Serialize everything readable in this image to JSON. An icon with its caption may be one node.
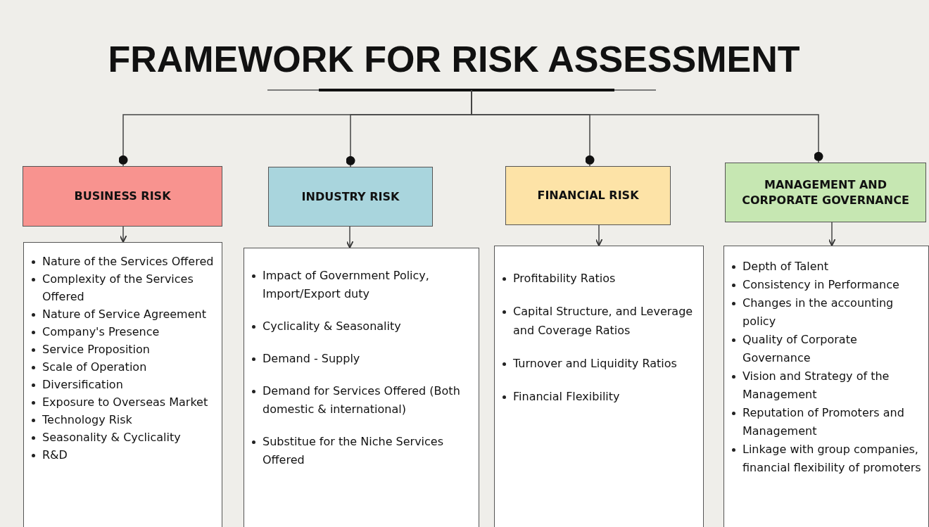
{
  "diagram": {
    "nodes": [
      {
        "text": [
          "FRAMEWORK FOR RISK ASSESSMENT"
        ]
      },
      {
        "text": [
          "BUSINESS RISK"
        ]
      },
      {
        "text": [
          "INDUSTRY RISK"
        ]
      },
      {
        "text": [
          "FINANCIAL RISK"
        ]
      },
      {
        "text": [
          "MANAGEMENT AND CORPORATE GOVERNANCE"
        ]
      },
      {
        "text": [
          "Nature of the Services Offered",
          "Complexity of the Services Offered",
          "Nature of Service Agreement",
          "Company's Presence",
          "Service Proposition",
          "Scale of Operation",
          "Diversification",
          "Exposure to Overseas Market",
          "Technology Risk",
          "Seasonality & Cyclicality",
          "R&D"
        ]
      },
      {
        "text": [
          "Impact of Government Policy, Import/Export duty",
          "Cyclicality & Seasonality",
          "Demand - Supply",
          "Demand for Services Offered (Both domestic & international)",
          "Substitue for the Niche Services Offered"
        ]
      },
      {
        "text": [
          "Profitability Ratios",
          "Capital Structure, and Leverage and Coverage Ratios",
          "Turnover and Liquidity Ratios",
          "Financial Flexibility"
        ]
      },
      {
        "text": [
          "Depth of Talent",
          "Consistency in Performance",
          "Changes in the accounting policy",
          "Quality of Corporate Governance",
          "Vision and Strategy of the Management",
          "Reputation of Promoters and Management",
          "Linkage with group companies, financial flexibility of promoters"
        ]
      }
    ],
    "edges": [
      {
        "from": 0,
        "to": 1,
        "arrow": "other"
      },
      {
        "from": 0,
        "to": 2,
        "arrow": "other"
      },
      {
        "from": 0,
        "to": 3,
        "arrow": "other"
      },
      {
        "from": 0,
        "to": 4,
        "arrow": "other"
      },
      {
        "from": 1,
        "to": 5,
        "arrow": "to"
      },
      {
        "from": 2,
        "to": 6,
        "arrow": "to"
      },
      {
        "from": 3,
        "to": 7,
        "arrow": "to"
      },
      {
        "from": 4,
        "to": 8,
        "arrow": "to"
      }
    ]
  }
}
